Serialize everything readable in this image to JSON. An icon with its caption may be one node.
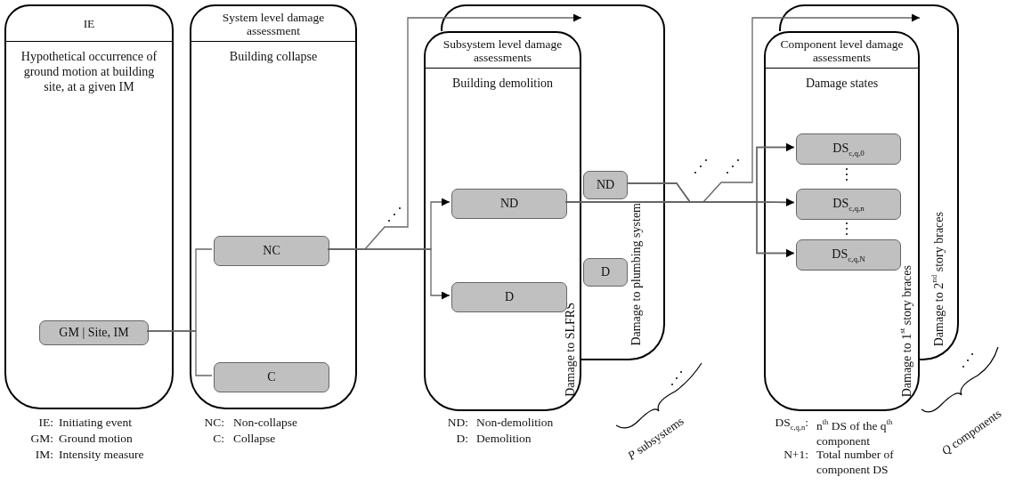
{
  "diagram": {
    "nodes": [
      {
        "text": [
          "IE",
          "Hypothetical occurrence of ground motion at building site, at a given IM"
        ]
      },
      {
        "text": [
          "GM | Site, IM"
        ],
        "in": 0
      },
      {
        "text": [
          "System level damage assessment",
          "Building collapse"
        ]
      },
      {
        "text": [
          "NC"
        ],
        "in": 2
      },
      {
        "text": [
          "C"
        ],
        "in": 2
      },
      {
        "text": [
          "Subsystem level damage assessments",
          "Building demolition",
          "Damage to SLFRS"
        ]
      },
      {
        "text": [
          "ND"
        ],
        "in": 5
      },
      {
        "text": [
          "D"
        ],
        "in": 5
      },
      {
        "text": [
          "Damage to plumbing system"
        ]
      },
      {
        "text": [
          "ND"
        ],
        "in": 8
      },
      {
        "text": [
          "D"
        ],
        "in": 8
      },
      {
        "text": [
          "Component level damage assessments",
          "Damage states",
          "Damage to 1$^{st}$ story braces"
        ]
      },
      {
        "text": [
          "DS$_{c,q,0}$"
        ],
        "in": 11
      },
      {
        "text": [
          "DS$_{c,q,n}$"
        ],
        "in": 11
      },
      {
        "text": [
          "DS$_{c,q,N}$"
        ],
        "in": 11
      },
      {
        "text": [
          "Damage to 2$^{nd}$ story braces"
        ]
      }
    ],
    "edges": [
      {
        "from": 1,
        "to": 3,
        "arrow": "none"
      },
      {
        "from": 1,
        "to": 4,
        "arrow": "none"
      },
      {
        "from": 3,
        "to": 6,
        "arrow": "to"
      },
      {
        "from": 3,
        "to": 7,
        "arrow": "to"
      },
      {
        "from": 3,
        "to": 8,
        "arrow": "to"
      },
      {
        "from": 6,
        "to": 12,
        "arrow": "to"
      },
      {
        "from": 6,
        "to": 13,
        "arrow": "to"
      },
      {
        "from": 6,
        "to": 14,
        "arrow": "to"
      },
      {
        "from": 9,
        "to": 12,
        "arrow": "to"
      },
      {
        "from": 9,
        "to": 13,
        "arrow": "to"
      },
      {
        "from": 9,
        "to": 14,
        "arrow": "to"
      },
      {
        "from": 6,
        "to": 15,
        "arrow": "to"
      }
    ],
    "labels": [
      "IE:",
      "Initiating event",
      "GM:",
      "Ground motion",
      "IM:",
      "Intensity measure",
      "NC:",
      "Non-collapse",
      "C:",
      "Collapse",
      "ND:",
      "Non-demolition",
      "D:",
      "Demolition",
      "*P* subsystems",
      "DS$_{c,q,n}$:",
      "n$^{th}$ DS of the q$^{th}$ component",
      "N+1:",
      "Total number of component DS",
      "*Q* components"
    ]
  }
}
